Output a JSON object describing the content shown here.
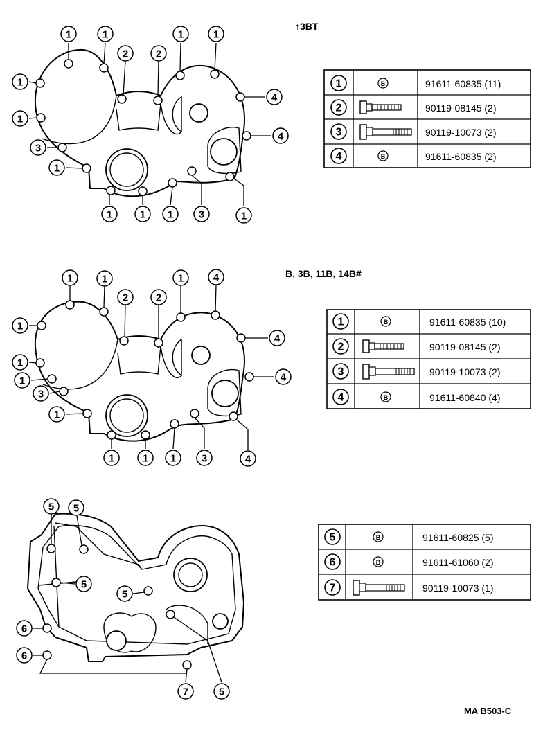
{
  "diagram": {
    "sections": [
      {
        "id": "13bt",
        "heading": "↑3BT",
        "parts": [
          {
            "num": "1",
            "symbol": "B",
            "part_no": "91611-60835 (11)"
          },
          {
            "num": "2",
            "symbol": "bolt-short",
            "part_no": "90119-08145 (2)"
          },
          {
            "num": "3",
            "symbol": "bolt-long",
            "part_no": "90119-10073 (2)"
          },
          {
            "num": "4",
            "symbol": "B",
            "part_no": "91611-60835 (2)"
          }
        ]
      },
      {
        "id": "b-series",
        "heading": "B, 3B, 11B, 14B#",
        "parts": [
          {
            "num": "1",
            "symbol": "B",
            "part_no": "91611-60835 (10)"
          },
          {
            "num": "2",
            "symbol": "bolt-short",
            "part_no": "90119-08145 (2)"
          },
          {
            "num": "3",
            "symbol": "bolt-long",
            "part_no": "90119-10073 (2)"
          },
          {
            "num": "4",
            "symbol": "B",
            "part_no": "91611-60840 (4)"
          }
        ]
      },
      {
        "id": "gasket",
        "heading": "",
        "parts": [
          {
            "num": "5",
            "symbol": "B",
            "part_no": "91611-60825 (5)"
          },
          {
            "num": "6",
            "symbol": "B",
            "part_no": "91611-61060 (2)"
          },
          {
            "num": "7",
            "symbol": "bolt-long",
            "part_no": "90119-10073 (1)"
          }
        ]
      }
    ],
    "b_symbol_label": "B",
    "footer_code": "MA B503-C"
  }
}
